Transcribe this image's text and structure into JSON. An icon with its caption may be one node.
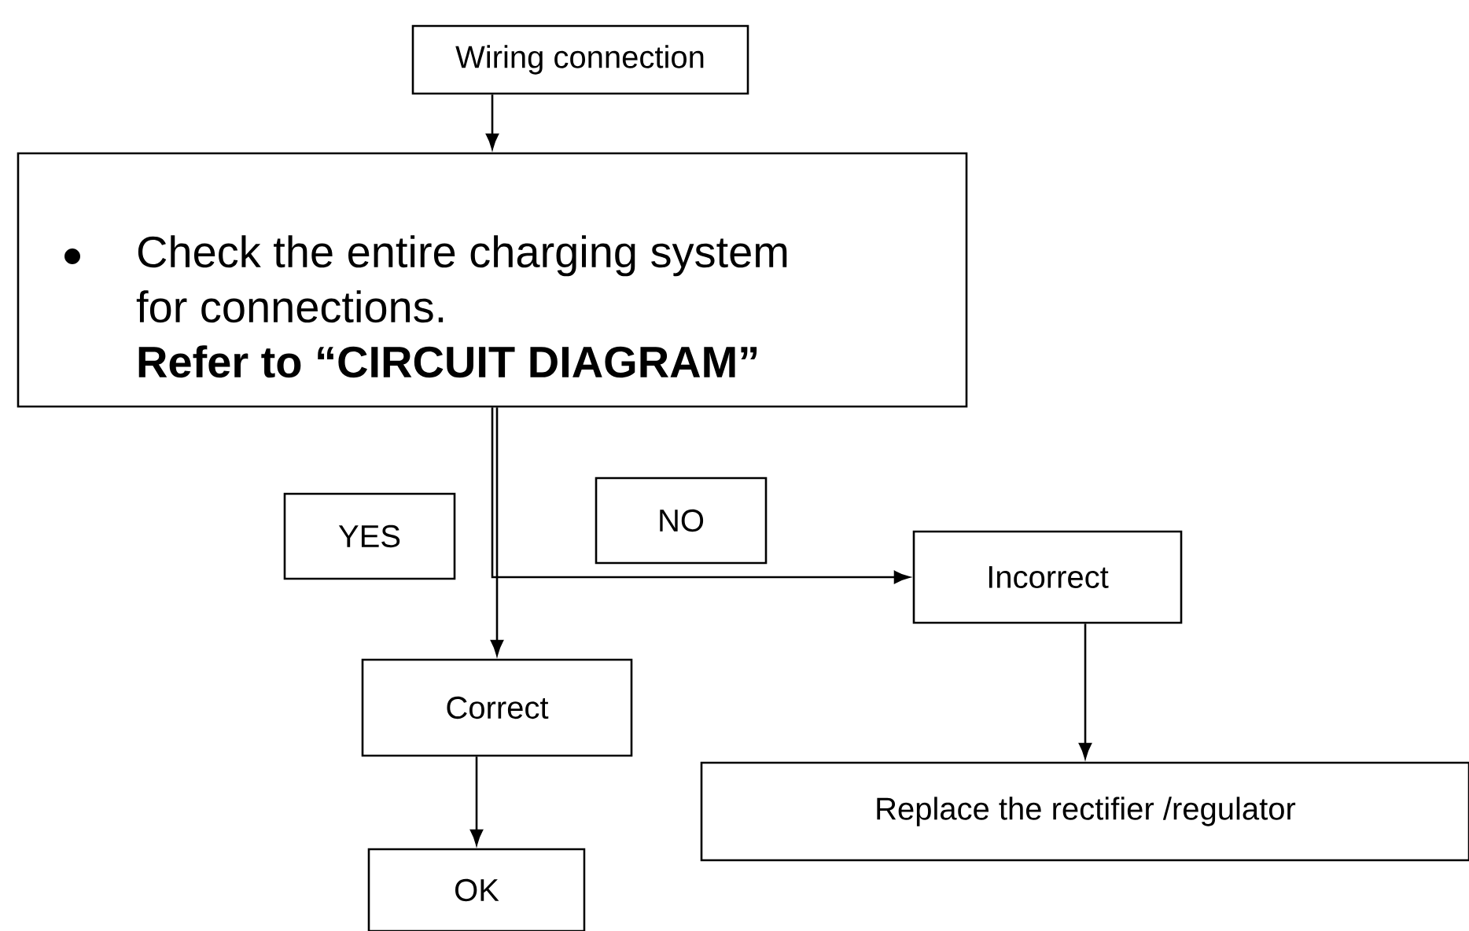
{
  "diagram": {
    "nodes": [
      {
        "text": [
          "Wiring connection"
        ]
      },
      {
        "text": [
          "Check the entire charging system for connections.",
          "Refer to “CIRCUIT DIAGRAM”"
        ]
      },
      {
        "text": [
          "Correct"
        ]
      },
      {
        "text": [
          "Incorrect"
        ]
      },
      {
        "text": [
          "Replace the rectifier /regulator"
        ]
      },
      {
        "text": [
          "OK"
        ]
      }
    ],
    "edges": [
      {
        "from": 0,
        "to": 1,
        "arrow": "to"
      },
      {
        "from": 1,
        "to": 2,
        "arrow": "to",
        "label": "YES"
      },
      {
        "from": 1,
        "to": 3,
        "arrow": "to",
        "label": "NO"
      },
      {
        "from": 3,
        "to": 4,
        "arrow": "to"
      },
      {
        "from": 2,
        "to": 5,
        "arrow": "to"
      }
    ]
  }
}
